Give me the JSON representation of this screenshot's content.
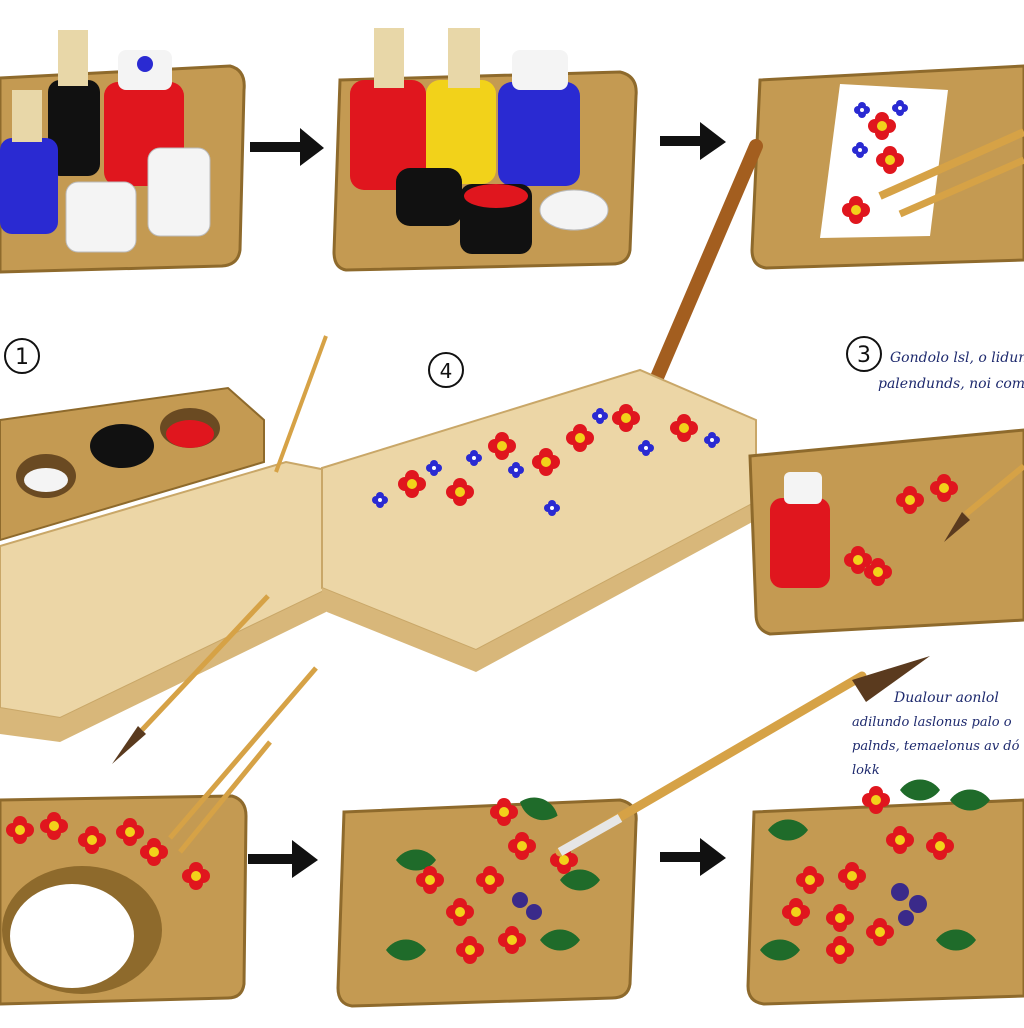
{
  "steps": [
    {
      "number": "1"
    },
    {
      "number": "4"
    },
    {
      "number": "3"
    }
  ],
  "captions": [
    {
      "line1": "Gondolo lsl, o lidunlene",
      "line2": "palendunds, noi comzpp"
    },
    {
      "line1": "Dualour aonlol",
      "line2": "adilundo laslonus palo o",
      "line3": "palnds, temaelonus av dó lk",
      "line4": "lokk"
    }
  ],
  "colors": {
    "wood": "#c49a52",
    "wood_dark": "#8e6a2c",
    "plank": "#ecd6a6",
    "paint_red": "#e0161e",
    "paint_blue": "#2a2ad2",
    "paint_yellow": "#f2d21a",
    "paint_black": "#111111",
    "leaf_green": "#1f6b2a",
    "caption_ink": "#1e2a6e"
  },
  "icons": [
    "arrow-right-icon",
    "paintbrush-icon",
    "paint-jar-icon",
    "flower-icon"
  ]
}
